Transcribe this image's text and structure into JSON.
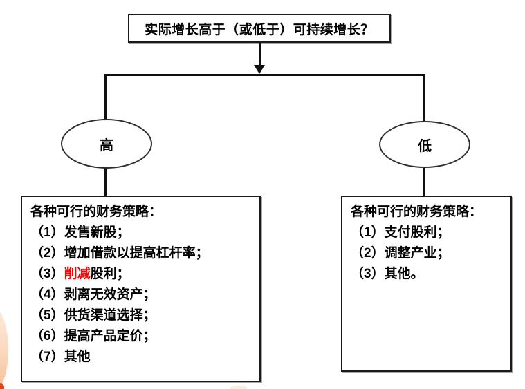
{
  "flowchart": {
    "question": "实际增长高于（或低于）可持续增长？",
    "high_branch": {
      "label": "高",
      "box_title": "各种可行的财务策略：",
      "items": [
        {
          "num": "（1）",
          "text": "发售新股；"
        },
        {
          "num": "（2）",
          "text": "增加借款以提高杠杆率；"
        },
        {
          "num": "（3）",
          "highlight": "削减",
          "text": "股利；"
        },
        {
          "num": "（4）",
          "text": "剥离无效资产；"
        },
        {
          "num": "（5）",
          "text": "供货渠道选择；"
        },
        {
          "num": "（6）",
          "text": "提高产品定价；"
        },
        {
          "num": "（7）",
          "text": "其他"
        }
      ]
    },
    "low_branch": {
      "label": "低",
      "box_title": "各种可行的财务策略：",
      "items": [
        {
          "num": "（1）",
          "text": "支付股利；"
        },
        {
          "num": "（2）",
          "text": "调整产业；"
        },
        {
          "num": "（3）",
          "text": "其他。"
        }
      ]
    },
    "colors": {
      "highlight": "#ff0000",
      "line": "#101010"
    }
  }
}
